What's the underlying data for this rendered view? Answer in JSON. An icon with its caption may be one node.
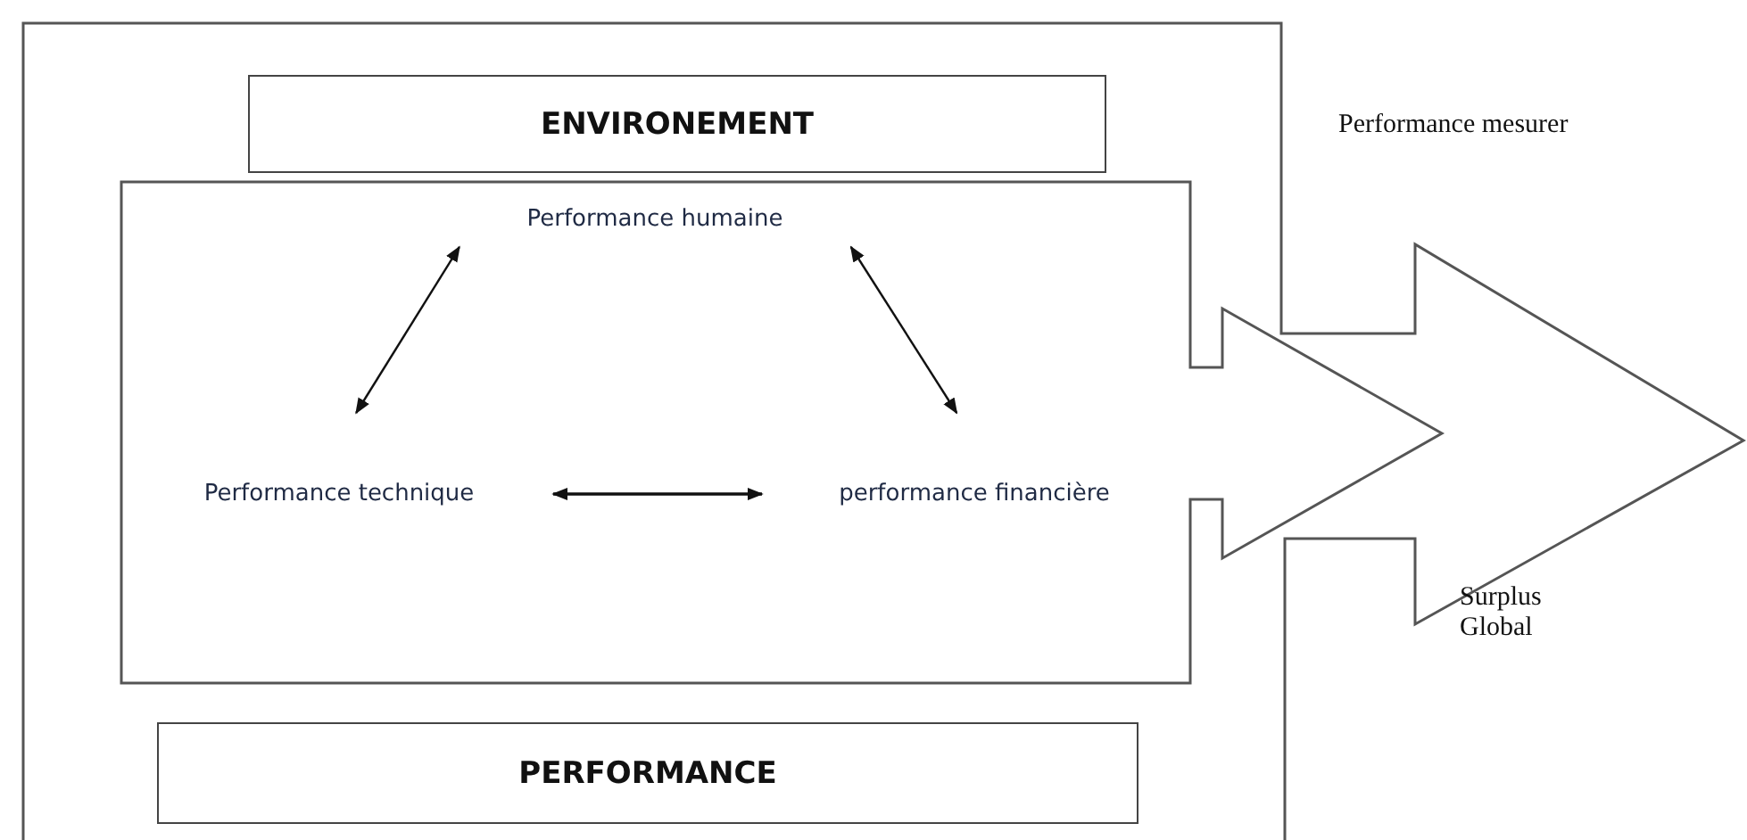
{
  "diagram": {
    "nodes": [
      {
        "text": [],
        "shape": "box"
      },
      {
        "text": [
          "ENVIRONEMENT"
        ],
        "in": 0
      },
      {
        "text": [],
        "shape": "box",
        "in": 0
      },
      {
        "text": [
          "Performance humaine"
        ],
        "in": 2
      },
      {
        "text": [
          "Performance technique"
        ],
        "in": 2
      },
      {
        "text": [
          "performance financière"
        ],
        "in": 2
      },
      {
        "text": [
          "PERFORMANCE"
        ],
        "in": 0
      }
    ],
    "edges": [
      {
        "from": 3,
        "to": 4,
        "arrow": "both"
      },
      {
        "from": 3,
        "to": 5,
        "arrow": "both"
      },
      {
        "from": 4,
        "to": 5,
        "arrow": "both"
      }
    ],
    "labels": [
      "Performance mesurer",
      "Surplus Global"
    ]
  }
}
